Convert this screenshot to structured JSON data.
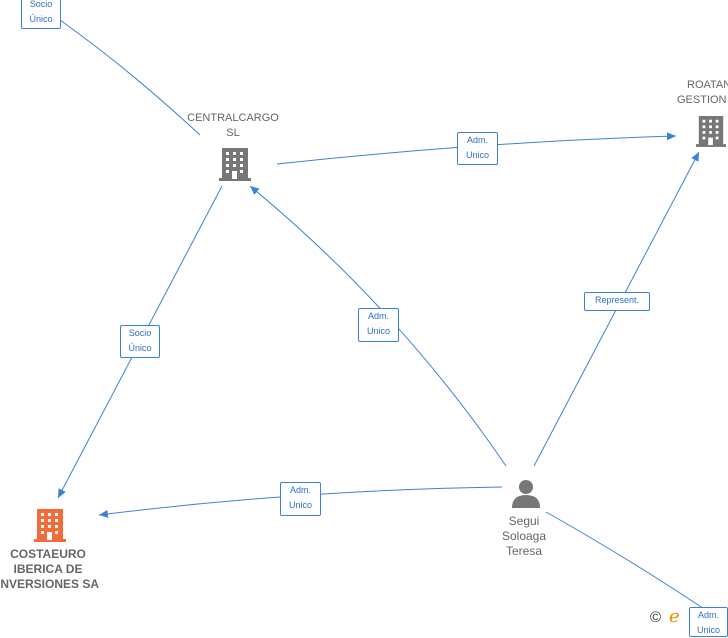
{
  "nodes": {
    "centralcargo": {
      "lines": [
        "CENTRALCARGO",
        "SL"
      ],
      "kind": "company",
      "color": "#777777"
    },
    "roatan": {
      "lines": [
        "ROATAN",
        "GESTION"
      ],
      "kind": "company",
      "color": "#777777"
    },
    "costaeuro": {
      "lines": [
        "COSTAEURO",
        "IBERICA DE",
        "INVERSIONES SA"
      ],
      "kind": "company",
      "color": "#f26b3a"
    },
    "segui": {
      "lines": [
        "Segui",
        "Soloaga",
        "Teresa"
      ],
      "kind": "person",
      "color": "#777777"
    }
  },
  "edges": [
    {
      "id": "top-socio-to-centralcargo",
      "label": [
        "Socio",
        "Único"
      ]
    },
    {
      "id": "centralcargo-to-roatan",
      "label": [
        "Adm.",
        "Unico"
      ]
    },
    {
      "id": "centralcargo-to-costaeuro",
      "label": [
        "Socio",
        "Único"
      ]
    },
    {
      "id": "segui-to-centralcargo",
      "label": [
        "Adm.",
        "Unico"
      ]
    },
    {
      "id": "segui-to-roatan",
      "label": [
        "Represent."
      ]
    },
    {
      "id": "segui-to-costaeuro",
      "label": [
        "Adm.",
        "Unico"
      ]
    },
    {
      "id": "segui-to-bottom-right",
      "label": [
        "Adm.",
        "Unico"
      ]
    }
  ],
  "colors": {
    "edge": "#3b82d6",
    "label_text": "#2f6fc6"
  },
  "footer": {
    "copyright": "©",
    "brand": "e"
  }
}
